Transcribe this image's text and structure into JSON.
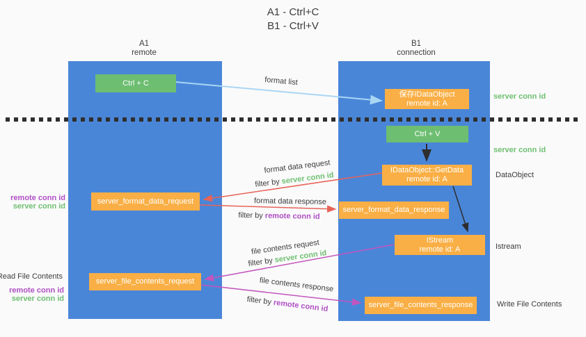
{
  "title": {
    "line1": "A1 - Ctrl+C",
    "line2": "B1 - Ctrl+V"
  },
  "columns": {
    "left": {
      "name": "A1",
      "subtitle": "remote"
    },
    "right": {
      "name": "B1",
      "subtitle": "connection"
    }
  },
  "nodes": {
    "ctrl_c": {
      "label": "Ctrl + C"
    },
    "ctrl_v": {
      "label": "Ctrl + V"
    },
    "save_idataobject": {
      "line1": "保存IDataObject",
      "line2": "remote id: A"
    },
    "getdata": {
      "line1": "IDataObject::GetData",
      "line2": "remote id: A"
    },
    "istream": {
      "line1": "IStream",
      "line2": "remote id: A"
    },
    "format_request": {
      "label": "server_format_data_request"
    },
    "format_response": {
      "label": "server_format_data_response"
    },
    "file_request": {
      "label": "server_file_contents_request"
    },
    "file_response": {
      "label": "server_file_contents_response"
    }
  },
  "annotations": {
    "format_list": "format list",
    "format_data_request": "format data request",
    "format_data_request_filter_prefix": "filter by ",
    "format_data_request_filter_key": "server conn id",
    "format_data_response": "format data response",
    "format_data_response_filter_prefix": "filter by ",
    "format_data_response_filter_key": "remote conn id",
    "file_contents_request": "file contents request",
    "file_contents_request_filter_prefix": "filter by ",
    "file_contents_request_filter_key": "server conn id",
    "file_contents_response": "file contents response",
    "file_contents_response_filter_prefix": "filter by ",
    "file_contents_response_filter_key": "remote conn id"
  },
  "margin_labels": {
    "right_server_conn_id_1": "server conn id",
    "right_server_conn_id_2": "server conn id",
    "dataobject": "DataObject",
    "istream": "Istream",
    "write_file_contents": "Write File Contents",
    "left_remote_conn_id_1": "remote conn id",
    "left_server_conn_id_1": "server conn id",
    "read_file_contents": "Read File Contents",
    "left_remote_conn_id_2": "remote conn id",
    "left_server_conn_id_2": "server conn id"
  },
  "colors": {
    "background": "#fafafa",
    "column_blue": "#4a86d8",
    "box_green": "#6dbe71",
    "box_orange": "#f9af45",
    "arrow_light_blue": "#a9d6f4",
    "arrow_red": "#e86358",
    "arrow_magenta": "#c355be",
    "arrow_black": "#2d2d2d",
    "label_green": "#6fbf72",
    "label_purple": "#b04fc4",
    "text_dark": "#3c3c3c"
  }
}
